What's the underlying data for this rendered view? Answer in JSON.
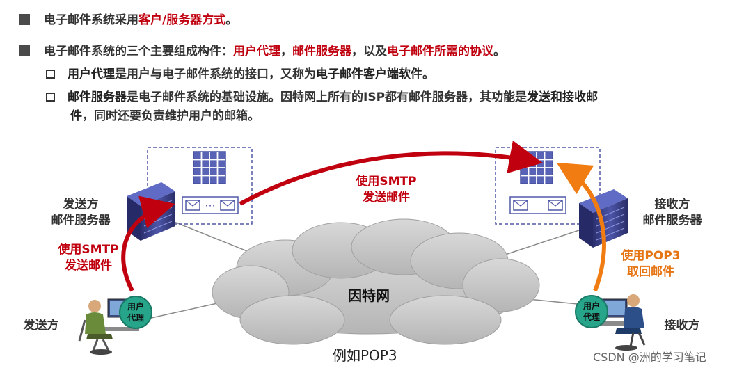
{
  "bullets": {
    "b1": {
      "prefix": "电子邮件系统采用",
      "highlight": "客户/服务器方式",
      "suffix": "。"
    },
    "b2": {
      "prefix": "电子邮件系统的三个主要组成构件：",
      "h1": "用户代理",
      "sep1": "，",
      "h2": "邮件服务器",
      "sep2": "，以及",
      "h3": "电子邮件所需的协议",
      "suffix": "。"
    },
    "sub1": {
      "h1": "用户代理",
      "mid": "是用户与电子邮件系统的接口，又称为",
      "h2": "电子邮件客户端软件",
      "suffix": "。"
    },
    "sub2": {
      "h1": "邮件服务器",
      "mid": "是电子邮件系统的基础设施。因特网上所有的ISP都有邮件服务器，其功能是",
      "h2": "发送和接收邮",
      "line2_h": "件",
      "line2_rest": "，同时还要负责维护用户的邮箱。"
    }
  },
  "diagram": {
    "sender_server_label": [
      "发送方",
      "邮件服务器"
    ],
    "receiver_server_label": [
      "接收方",
      "邮件服务器"
    ],
    "smtp_top_label": [
      "使用SMTP",
      "发送邮件"
    ],
    "smtp_left_label": [
      "使用SMTP",
      "发送邮件"
    ],
    "pop3_label": [
      "使用POP3",
      "取回邮件"
    ],
    "internet_label": "因特网",
    "sender_label": "发送方",
    "receiver_label": "接收方",
    "user_agent": [
      "用户",
      "代理"
    ],
    "mail_queue_dots": "···",
    "colors": {
      "red": "#c0000f",
      "orange": "#f07c12",
      "teal": "#27a58a",
      "navy": "#3a3f8c",
      "cloud": "#c9c9c9"
    }
  },
  "caption": "例如POP3",
  "watermark": "CSDN @洲的学习笔记"
}
